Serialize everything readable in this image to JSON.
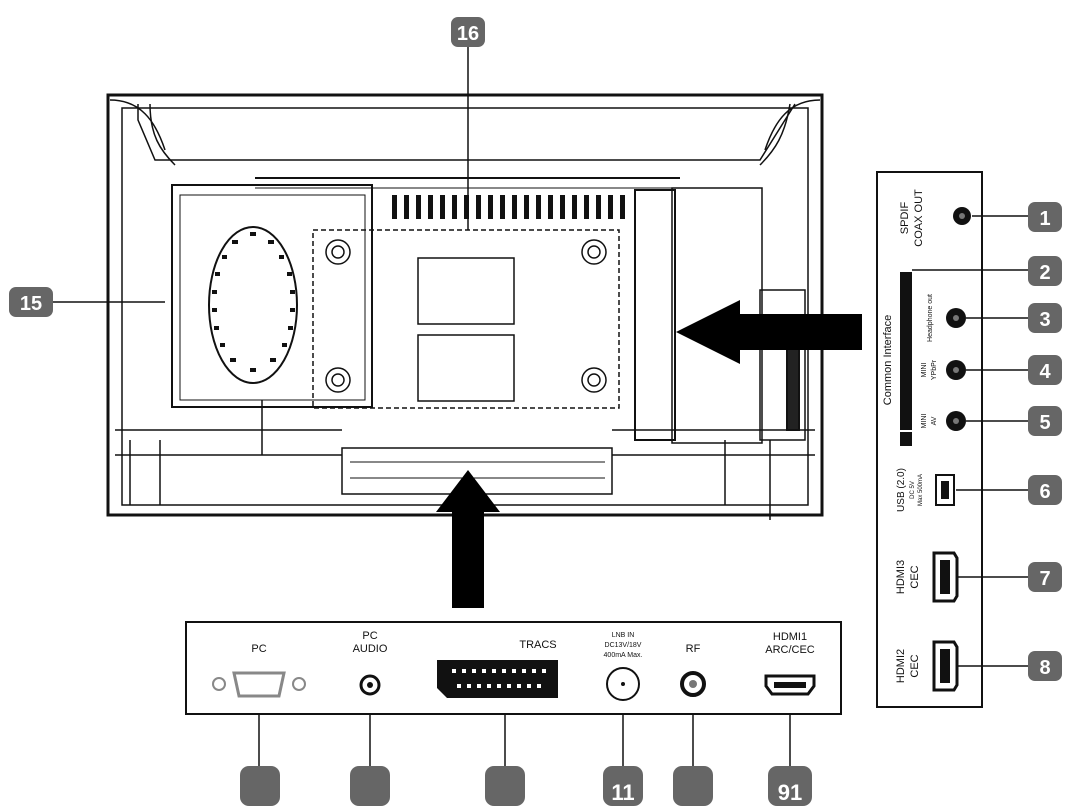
{
  "callouts": {
    "c1": "1",
    "c2": "2",
    "c3": "3",
    "c4": "4",
    "c5": "5",
    "c6": "6",
    "c7": "7",
    "c8": "8",
    "c9": "",
    "c10": "",
    "c11": "11",
    "c12": "",
    "c13": "",
    "c14": "",
    "c15": "15",
    "c16": "16",
    "c91": "91"
  },
  "side_panel": {
    "spdif_line1": "SPDIF",
    "spdif_line2": "COAX OUT",
    "common_interface": "Common Interface",
    "headphone_out": "Headphone out",
    "mini_ypbpr_a": "MINI",
    "mini_ypbpr_b": "YPbPr",
    "mini_av_a": "MINI",
    "mini_av_b": "AV",
    "usb_title": "USB (2.0)",
    "usb_power": "DC 5V",
    "usb_current": "Max 500mA",
    "hdmi3": "HDMI3",
    "hdmi3_cec": "CEC",
    "hdmi2": "HDMI2",
    "hdmi2_cec": "CEC"
  },
  "bottom_panel": {
    "pc": "PC",
    "pc_audio_line1": "PC",
    "pc_audio_line2": "AUDIO",
    "scart": "TRACS",
    "lnb_line1": "LNB IN",
    "lnb_line2": "DC13V/18V",
    "lnb_line3": "400mA Max.",
    "rf": "RF",
    "hdmi1_line1": "HDMI1",
    "hdmi1_line2": "ARC/CEC"
  },
  "colors": {
    "callout_fill": "#666666",
    "line": "#111111",
    "arrow": "#000000"
  }
}
